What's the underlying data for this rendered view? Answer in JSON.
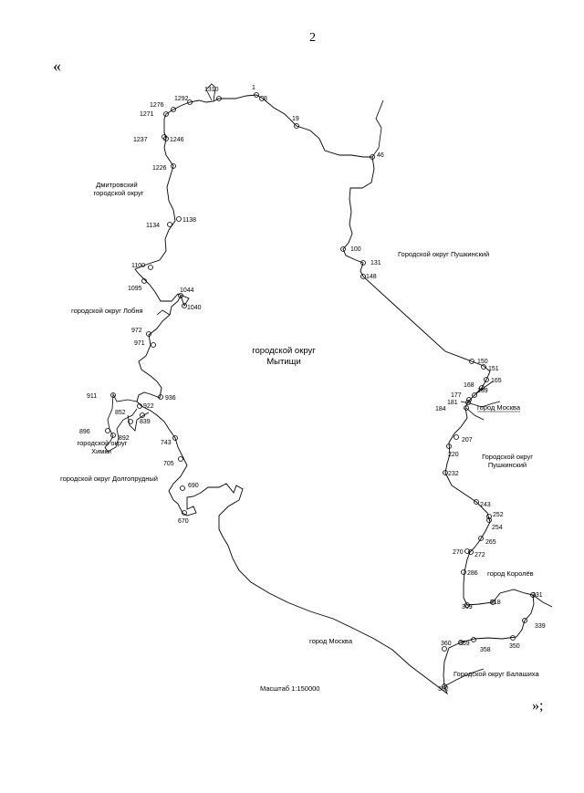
{
  "page_number": "2",
  "quote_open": "«",
  "quote_close": "»;",
  "scale": "Масштаб 1:150000",
  "center_label": [
    "городской округ",
    "Мытищи"
  ],
  "region_labels": {
    "dmitrov": [
      "Дмитровский",
      "городской округ"
    ],
    "lobnya": "городской округ Лобня",
    "khimki": [
      "городской округ",
      "Химки"
    ],
    "dolgoprudny": "городской округ Долгопрудный",
    "pushkinsky_top": "Городской округ Пушкинский",
    "moscow_east": "город Москва",
    "pushkinsky_east": [
      "Городской округ",
      "Пушкинский"
    ],
    "korolev": "город Королёв",
    "moscow_south": "город Москва",
    "balashikha": "Городской округ Балашиха"
  },
  "points": [
    "1",
    "3",
    "19",
    "46",
    "100",
    "131",
    "148",
    "150",
    "151",
    "165",
    "169",
    "168",
    "177",
    "181",
    "184",
    "207",
    "220",
    "232",
    "243",
    "252",
    "254",
    "265",
    "270",
    "272",
    "286",
    "309",
    "318",
    "331",
    "339",
    "350",
    "358",
    "359",
    "360",
    "362",
    "1310",
    "1292",
    "1276",
    "1271",
    "1246",
    "1237",
    "1226",
    "1138",
    "1134",
    "1100",
    "1095",
    "1044",
    "1040",
    "972",
    "971",
    "936",
    "922",
    "911",
    "896",
    "892",
    "852",
    "839",
    "743",
    "705",
    "690",
    "670"
  ]
}
